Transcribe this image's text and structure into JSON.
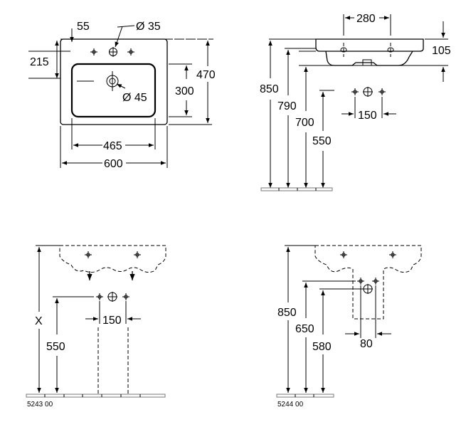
{
  "views": {
    "top": {
      "offset_55": "55",
      "dia_35": "Ø 35",
      "dim_215": "215",
      "dia_45": "Ø 45",
      "dim_300": "300",
      "dim_470": "470",
      "dim_465": "465",
      "dim_600": "600"
    },
    "side": {
      "dim_280": "280",
      "dim_105": "105",
      "dim_850": "850",
      "dim_790": "790",
      "dim_700": "700",
      "dim_550": "550",
      "dim_150": "150"
    },
    "front_left": {
      "x_label": "X",
      "dim_550": "550",
      "dim_150": "150",
      "code": "5243 00"
    },
    "front_right": {
      "dim_850": "850",
      "dim_650": "650",
      "dim_580": "580",
      "dim_80": "80",
      "code": "5244 00"
    }
  }
}
